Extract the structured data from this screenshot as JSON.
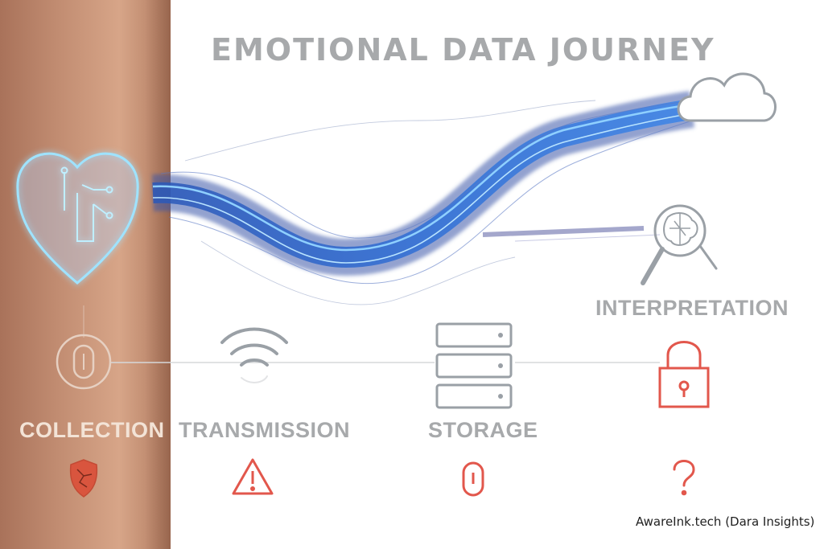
{
  "title": "EMOTIONAL DATA JOURNEY",
  "stages": [
    {
      "label": "COLLECTION",
      "icon": "pill-sensor-icon",
      "risk_icon": "cracked-shield-icon"
    },
    {
      "label": "TRANSMISSION",
      "icon": "wifi-icon",
      "risk_icon": "warning-triangle-icon"
    },
    {
      "label": "STORAGE",
      "icon": "server-stack-icon",
      "risk_icon": "capsule-icon"
    },
    {
      "label": "INTERPRETATION",
      "icon": "magnifying-brain-icon",
      "risk_icon": "question-mark-icon"
    }
  ],
  "credit": "AwareInk.tech (Dara Insights)",
  "colors": {
    "title": "#a7a9ab",
    "glow": "#7fd3ff",
    "stream": "#2f6fd6",
    "risk": "#e2574c",
    "icon_gray": "#9aa0a6"
  }
}
